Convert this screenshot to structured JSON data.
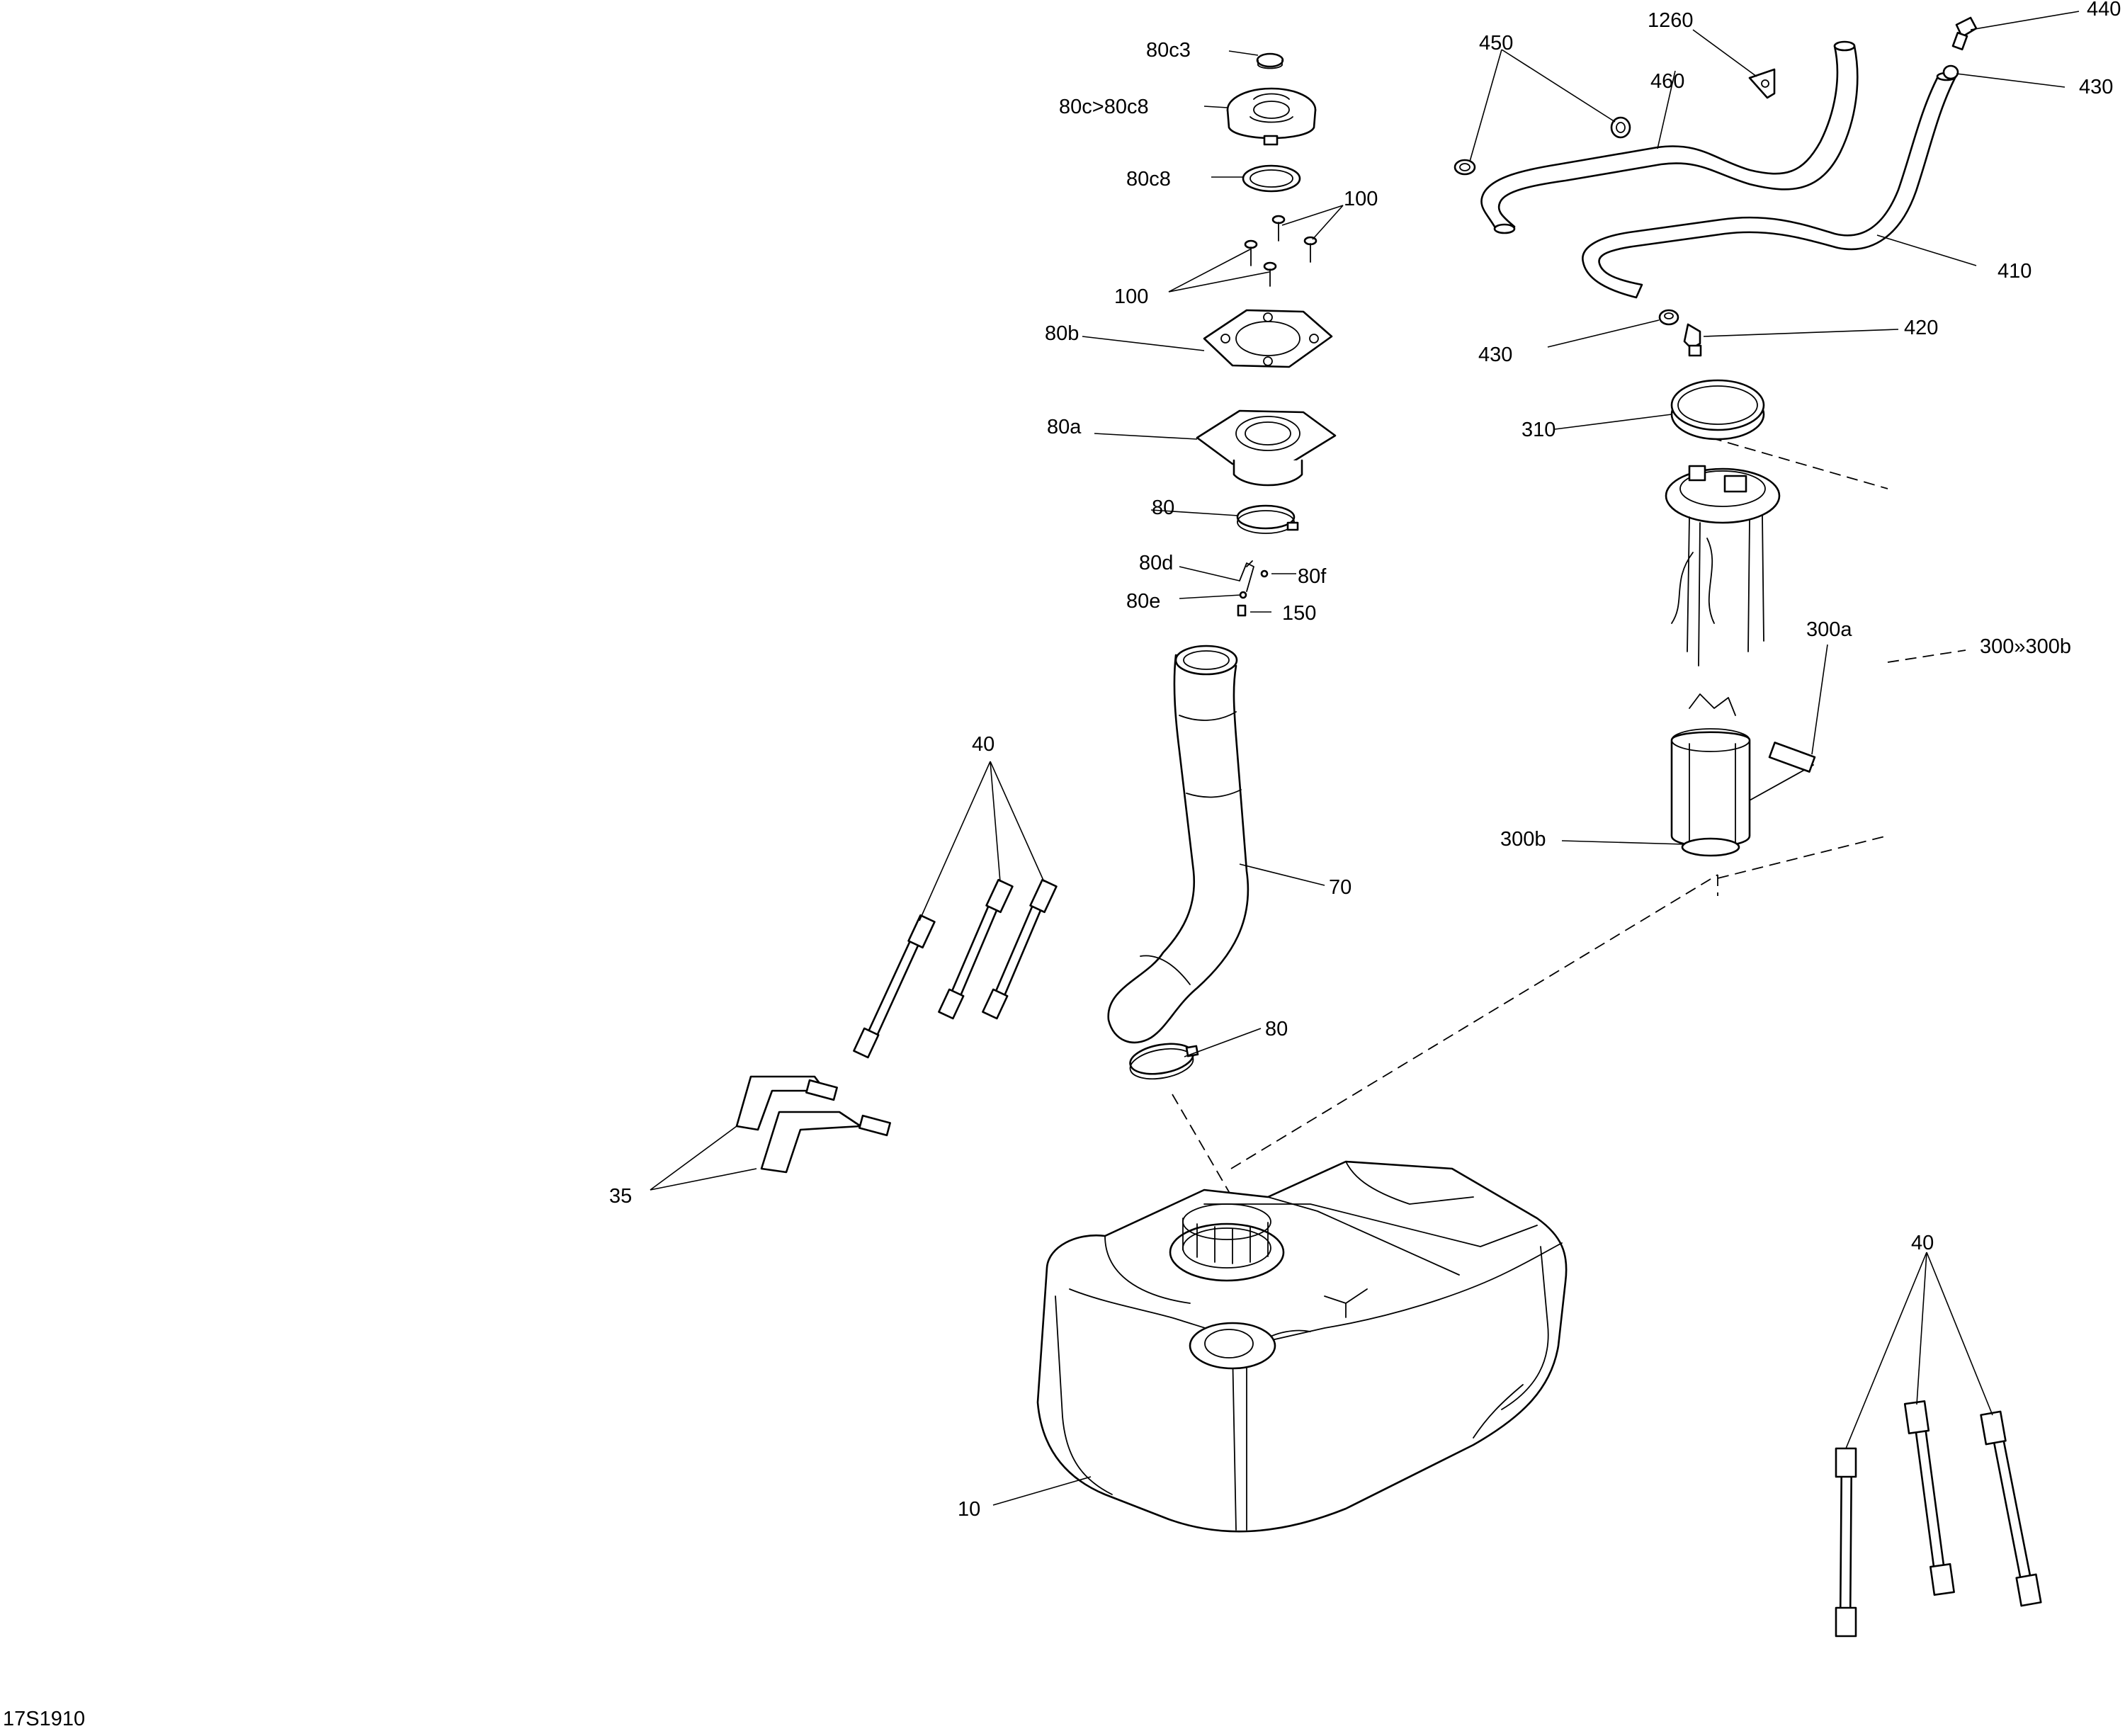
{
  "drawing_code": "17S1910",
  "callouts": {
    "c80c3": "80c3",
    "c80c_80c8": "80c>80c8",
    "c80c8": "80c8",
    "c100_top": "100",
    "c100_left": "100",
    "c80b": "80b",
    "c80a": "80a",
    "c80_top": "80",
    "c80d": "80d",
    "c80f": "80f",
    "c80e": "80e",
    "c150": "150",
    "c70": "70",
    "c80_bottom": "80",
    "c40_left": "40",
    "c35": "35",
    "c10": "10",
    "c450": "450",
    "c1260": "1260",
    "c460": "460",
    "c440": "440",
    "c430_top": "430",
    "c410": "410",
    "c430_left": "430",
    "c420": "420",
    "c310": "310",
    "c300a": "300a",
    "c300_300b": "300»300b",
    "c300b": "300b",
    "c40_right": "40"
  }
}
